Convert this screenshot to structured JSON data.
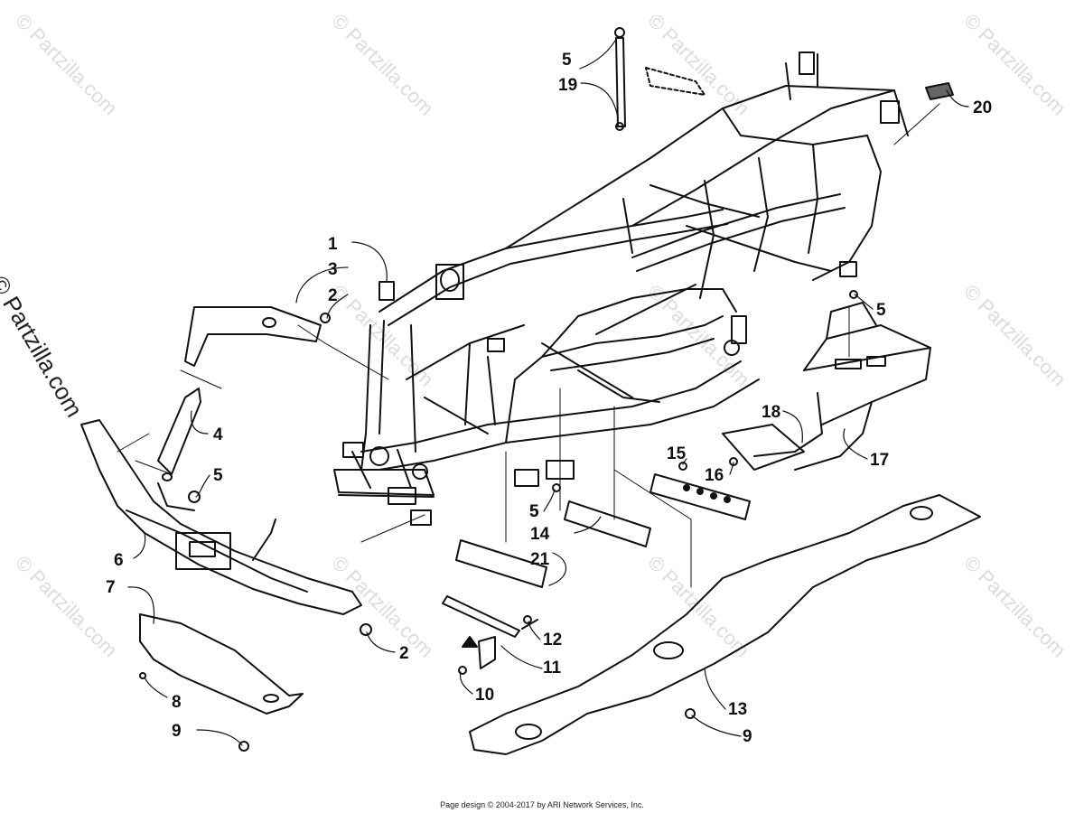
{
  "watermark": {
    "text": "© Partzilla.com"
  },
  "callouts": [
    {
      "id": "c1a",
      "label": "1"
    },
    {
      "id": "c3",
      "label": "3"
    },
    {
      "id": "c2a",
      "label": "2"
    },
    {
      "id": "c4",
      "label": "4"
    },
    {
      "id": "c5a",
      "label": "5"
    },
    {
      "id": "c6",
      "label": "6"
    },
    {
      "id": "c7",
      "label": "7"
    },
    {
      "id": "c8",
      "label": "8"
    },
    {
      "id": "c9a",
      "label": "9"
    },
    {
      "id": "c2b",
      "label": "2"
    },
    {
      "id": "c5b",
      "label": "5"
    },
    {
      "id": "c19",
      "label": "19"
    },
    {
      "id": "c20",
      "label": "20"
    },
    {
      "id": "c5c",
      "label": "5"
    },
    {
      "id": "c18",
      "label": "18"
    },
    {
      "id": "c17",
      "label": "17"
    },
    {
      "id": "c15",
      "label": "15"
    },
    {
      "id": "c16",
      "label": "16"
    },
    {
      "id": "c5d",
      "label": "5"
    },
    {
      "id": "c14",
      "label": "14"
    },
    {
      "id": "c21",
      "label": "21"
    },
    {
      "id": "c12",
      "label": "12"
    },
    {
      "id": "c11",
      "label": "11"
    },
    {
      "id": "c10",
      "label": "10"
    },
    {
      "id": "c13",
      "label": "13"
    },
    {
      "id": "c9b",
      "label": "9"
    }
  ],
  "footer": {
    "copyright": "Page design © 2004-2017 by ARI Network Services, Inc."
  }
}
